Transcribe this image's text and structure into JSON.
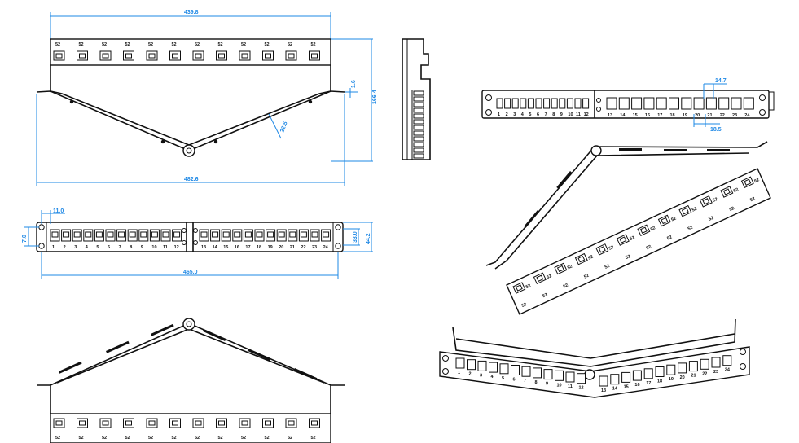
{
  "drawing": {
    "top_view": {
      "width_dim": "439.8",
      "depth_dim": "166.4",
      "small_dim": "1.6",
      "flange_dim": "482.6",
      "angle_dim": "22.5"
    },
    "front_view": {
      "hole_offset_dim": "11.0",
      "hole_height_dim": "7.0",
      "port_height_dim": "33.0",
      "panel_height_dim": "44.2",
      "overall_width_dim": "465.0",
      "ports_left": [
        "1",
        "2",
        "3",
        "4",
        "5",
        "6",
        "7",
        "8",
        "9",
        "10",
        "11",
        "12"
      ],
      "ports_right": [
        "13",
        "14",
        "15",
        "16",
        "17",
        "18",
        "19",
        "20",
        "21",
        "22",
        "23",
        "24"
      ]
    },
    "detail_view": {
      "port_width_dim": "14.7",
      "pitch_dim": "18.5",
      "ports_left": [
        "1",
        "2",
        "3",
        "4",
        "5",
        "6",
        "7",
        "8",
        "9",
        "10",
        "11",
        "12"
      ],
      "ports_right": [
        "13",
        "14",
        "15",
        "16",
        "17",
        "18",
        "19",
        "20",
        "21",
        "22",
        "23",
        "24"
      ]
    },
    "keystone_label": "52"
  },
  "colors": {
    "dimension": "#1e88e5",
    "line": "#111111"
  }
}
